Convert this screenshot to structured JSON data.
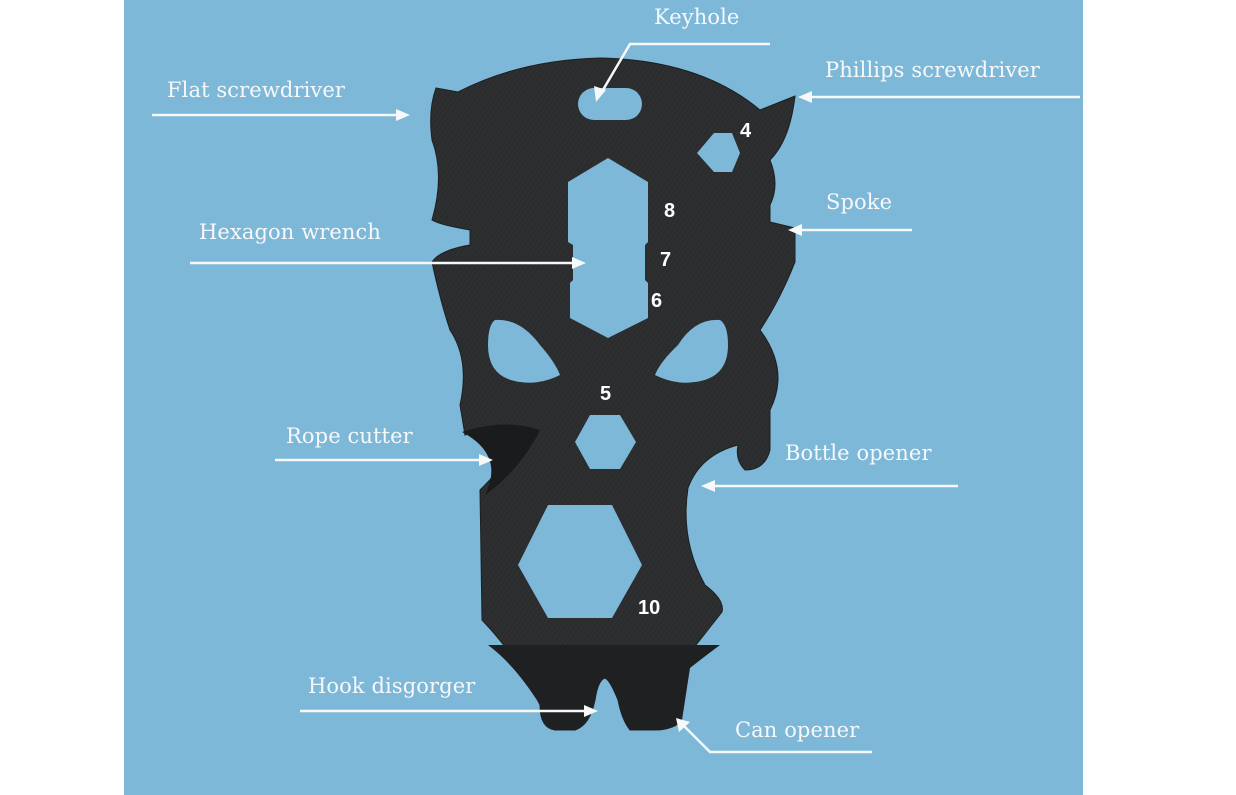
{
  "diagram": {
    "background_color": "#7db8d9",
    "tool_color": "#2b2c2e",
    "label_color": "#f6f8fa",
    "labels": [
      {
        "id": "keyhole",
        "text": "Keyhole"
      },
      {
        "id": "flat-screwdriver",
        "text": "Flat screwdriver"
      },
      {
        "id": "phillips-screwdriver",
        "text": "Phillips screwdriver"
      },
      {
        "id": "spoke",
        "text": "Spoke"
      },
      {
        "id": "hexagon-wrench",
        "text": "Hexagon wrench"
      },
      {
        "id": "rope-cutter",
        "text": "Rope cutter"
      },
      {
        "id": "bottle-opener",
        "text": "Bottle opener"
      },
      {
        "id": "hook-disgorger",
        "text": "Hook disgorger"
      },
      {
        "id": "can-opener",
        "text": "Can opener"
      }
    ],
    "wrench_sizes": [
      "4",
      "8",
      "7",
      "6",
      "5",
      "10"
    ]
  }
}
